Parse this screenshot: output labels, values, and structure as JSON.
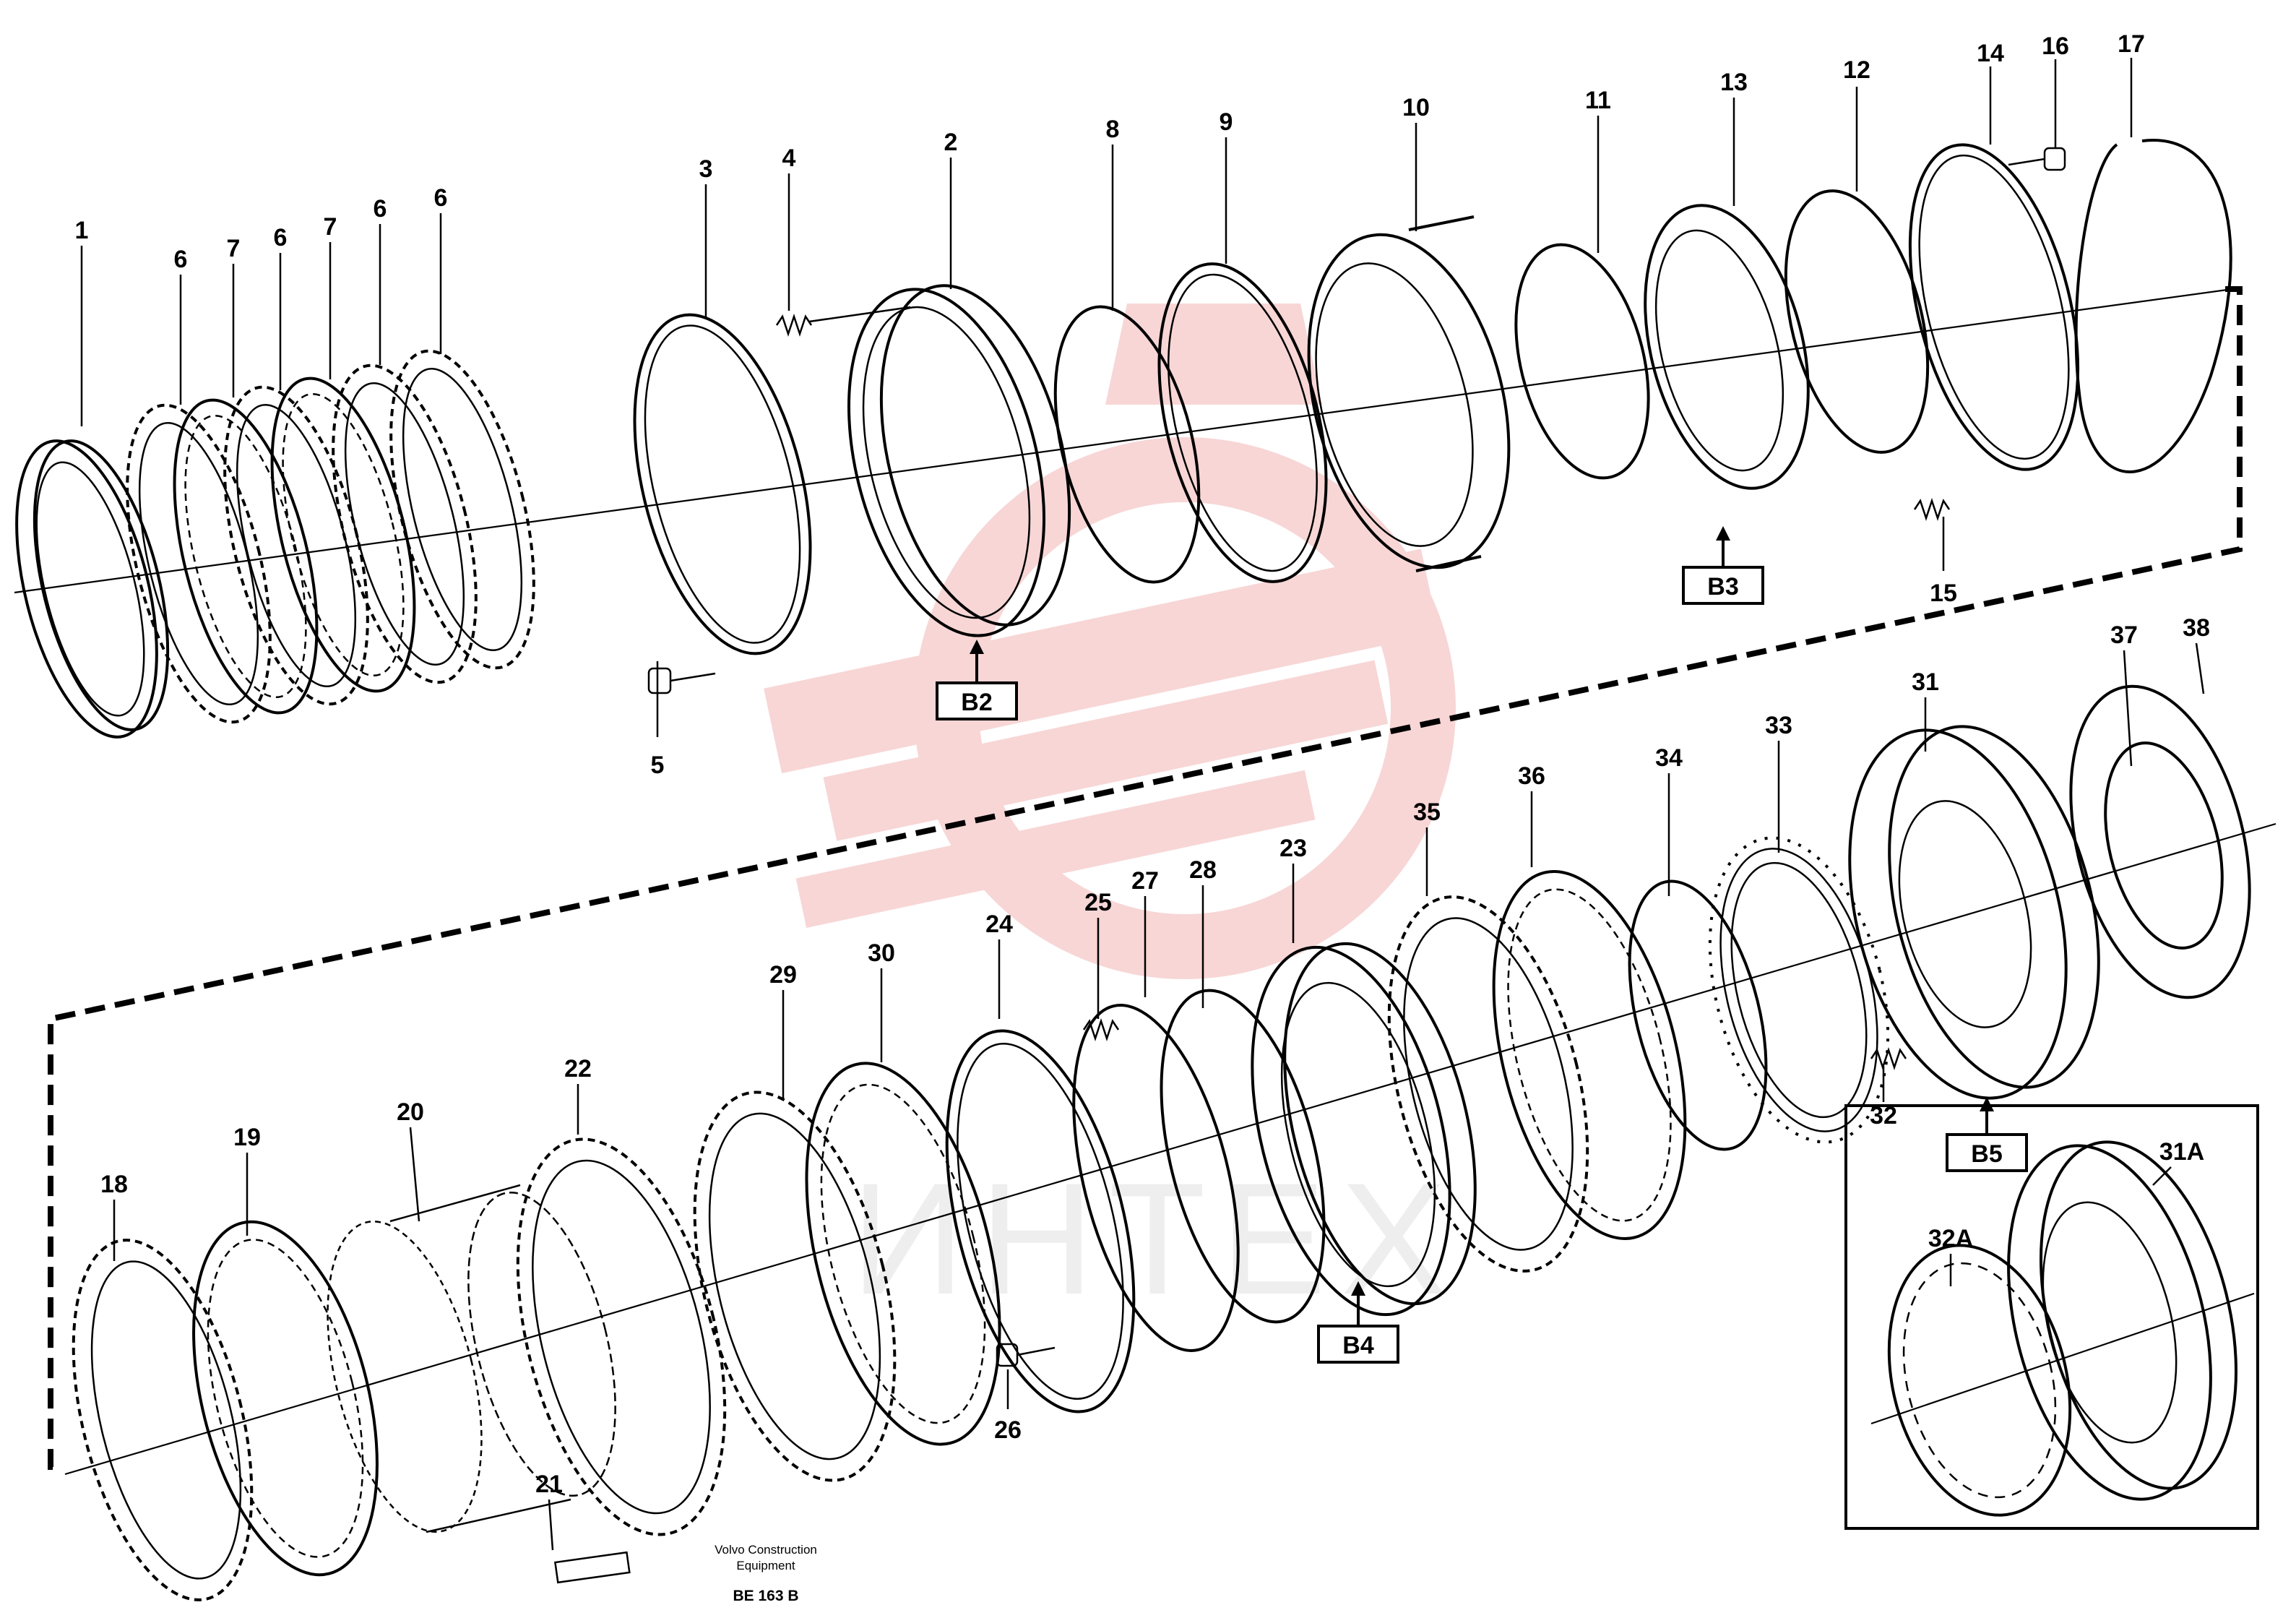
{
  "labels": {
    "p1": "1",
    "p2": "2",
    "p3": "3",
    "p4": "4",
    "p5": "5",
    "p6a": "6",
    "p6b": "6",
    "p6c": "6",
    "p6d": "6",
    "p7a": "7",
    "p7b": "7",
    "p8": "8",
    "p9": "9",
    "p10": "10",
    "p11": "11",
    "p12": "12",
    "p13": "13",
    "p14": "14",
    "p15": "15",
    "p16": "16",
    "p17": "17",
    "p18": "18",
    "p19": "19",
    "p20": "20",
    "p21": "21",
    "p22": "22",
    "p23": "23",
    "p24": "24",
    "p25": "25",
    "p26": "26",
    "p27": "27",
    "p28": "28",
    "p29": "29",
    "p30": "30",
    "p31": "31",
    "p31a": "31A",
    "p32": "32",
    "p32a": "32A",
    "p33": "33",
    "p34": "34",
    "p35": "35",
    "p36": "36",
    "p37": "37",
    "p38": "38"
  },
  "refs": {
    "b2": "B2",
    "b3": "B3",
    "b4": "B4",
    "b5": "B5"
  },
  "footer": {
    "company_line1": "Volvo Construction",
    "company_line2": "Equipment",
    "code": "BE 163 B"
  },
  "watermark": {
    "text": "ИНТЕХ",
    "color": "#e8a0a0"
  }
}
